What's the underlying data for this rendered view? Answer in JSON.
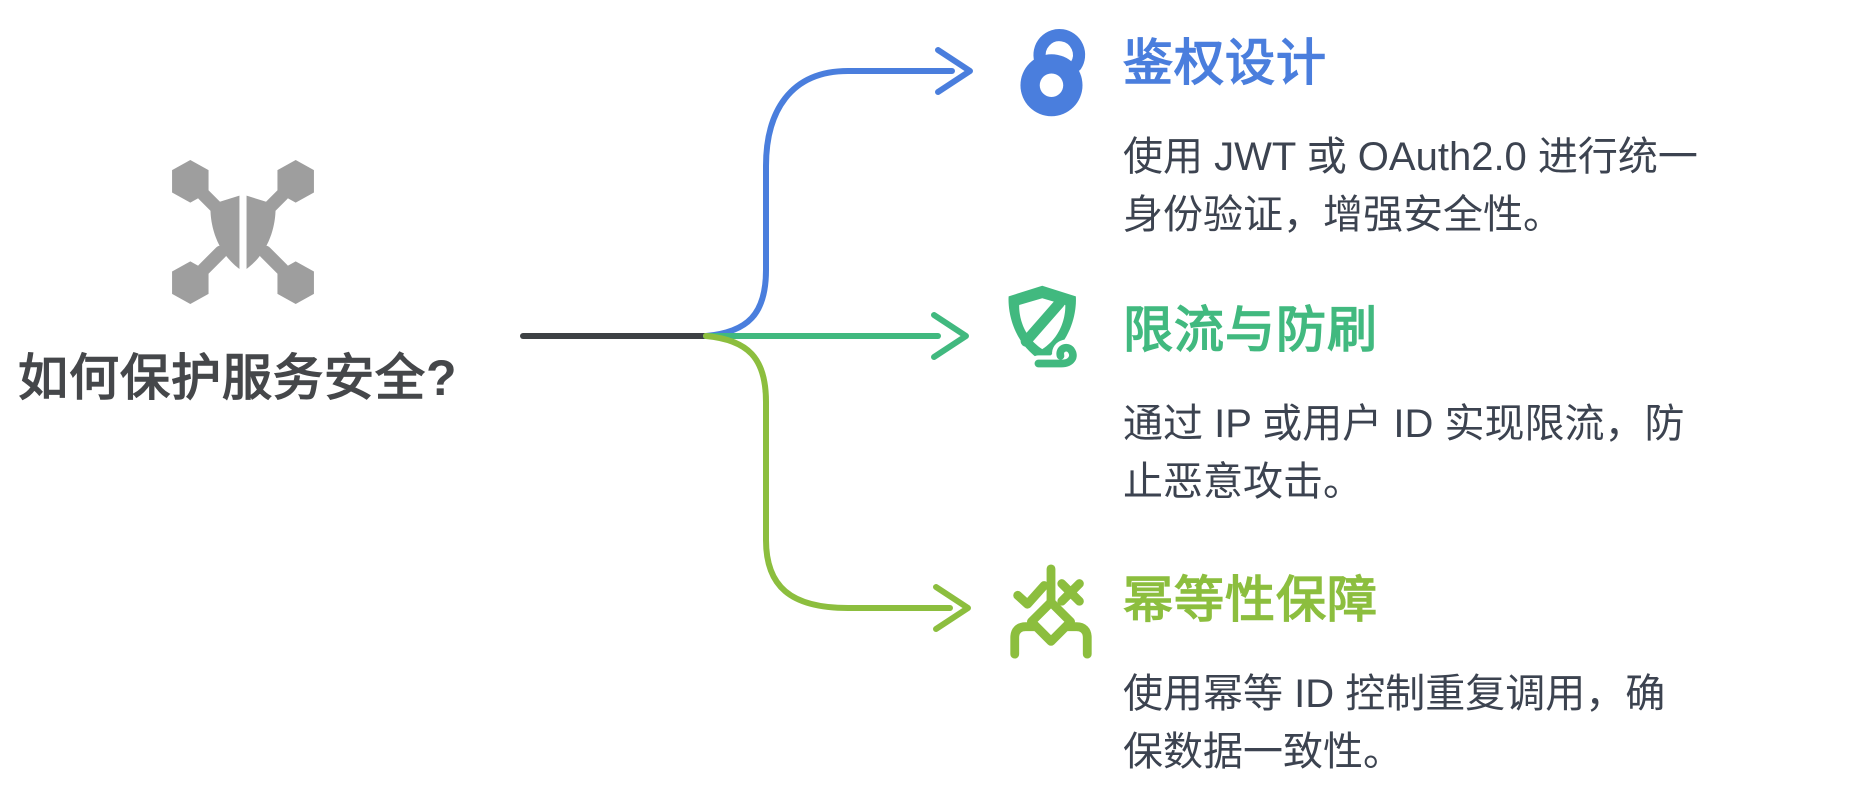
{
  "root": {
    "title": "如何保护服务安全?",
    "icon": "network-shield-icon",
    "icon_color": "#9e9e9e",
    "text_color": "#45474a"
  },
  "connector_color": "#3d4144",
  "description_color": "#3c4350",
  "branches": [
    {
      "id": "auth",
      "title": "鉴权设计",
      "description": "使用 JWT 或 OAuth2.0 进行统一\n身份验证，增强安全性。",
      "color": "#4a7edd",
      "icon": "unlock-icon"
    },
    {
      "id": "rate-limit",
      "title": "限流与防刷",
      "description": "通过 IP 或用户 ID 实现限流，防\n止恶意攻击。",
      "color": "#41b97f",
      "icon": "shield-slash-wind-icon"
    },
    {
      "id": "idempotency",
      "title": "幂等性保障",
      "description": "使用幂等 ID 控制重复调用，确\n保数据一致性。",
      "color": "#8cbe3e",
      "icon": "branch-check-cross-icon"
    }
  ]
}
